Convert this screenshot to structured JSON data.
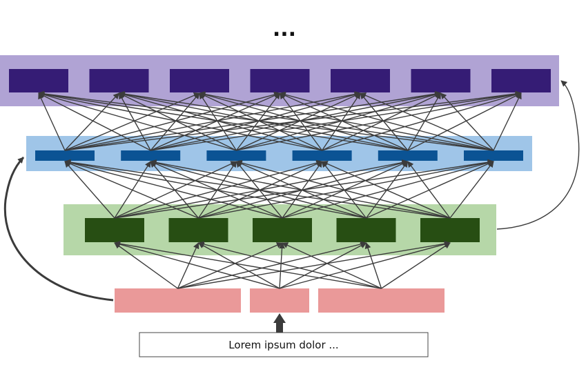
{
  "diagram": {
    "ellipsis": "...",
    "input_text": "Lorem ipsum dolor ...",
    "colors": {
      "purple_band": "#b0a3d4",
      "purple_node": "#351c75",
      "blue_band": "#9fc5e8",
      "blue_node": "#0b5394",
      "green_band": "#b6d7a8",
      "green_node": "#274e13",
      "pink_token": "#ea9999",
      "arrow": "#3b3b3b",
      "input_border": "#444444"
    },
    "layers": [
      {
        "name": "top-layer",
        "node_count": 7
      },
      {
        "name": "blue-layer",
        "node_count": 6
      },
      {
        "name": "green-layer",
        "node_count": 5
      },
      {
        "name": "token-layer",
        "node_count": 3
      }
    ],
    "icons": [
      "up-arrow-icon",
      "skip-arrow-left-icon",
      "skip-arrow-right-icon"
    ]
  }
}
